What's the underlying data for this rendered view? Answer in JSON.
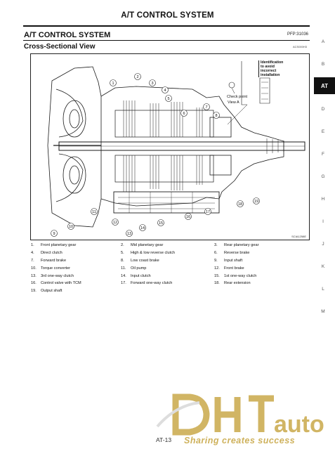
{
  "header": {
    "title": "A/T CONTROL SYSTEM"
  },
  "section": {
    "title": "A/T CONTROL SYSTEM",
    "ref": "PFP:31036"
  },
  "subsection": {
    "title": "Cross-Sectional View",
    "fig_id": "ACS000H3"
  },
  "figure": {
    "code": "SCIA1258E",
    "callout": [
      "Identification",
      "to avoid",
      "incorrect",
      "installation"
    ],
    "check_point": "Check point",
    "view": "View A"
  },
  "legend": [
    [
      {
        "n": "1.",
        "t": "Front planetary gear"
      },
      {
        "n": "2.",
        "t": "Mid planetary gear"
      },
      {
        "n": "3.",
        "t": "Rear planetary gear"
      }
    ],
    [
      {
        "n": "4.",
        "t": "Direct clutch"
      },
      {
        "n": "5.",
        "t": "High & low reverse clutch"
      },
      {
        "n": "6.",
        "t": "Reverse brake"
      }
    ],
    [
      {
        "n": "7.",
        "t": "Forward brake"
      },
      {
        "n": "8.",
        "t": "Low coast brake"
      },
      {
        "n": "9.",
        "t": "Input shaft"
      }
    ],
    [
      {
        "n": "10.",
        "t": "Torque converter"
      },
      {
        "n": "11.",
        "t": "Oil pump"
      },
      {
        "n": "12.",
        "t": "Front brake"
      }
    ],
    [
      {
        "n": "13.",
        "t": "3rd one-way clutch"
      },
      {
        "n": "14.",
        "t": "Input clutch"
      },
      {
        "n": "15.",
        "t": "1st one-way clutch"
      }
    ],
    [
      {
        "n": "16.",
        "t": "Control valve with TCM"
      },
      {
        "n": "17.",
        "t": "Forward one-way clutch"
      },
      {
        "n": "18.",
        "t": "Rear extension"
      }
    ],
    [
      {
        "n": "19.",
        "t": "Output shaft"
      }
    ]
  ],
  "side_index": {
    "letters": [
      "A",
      "B",
      "AT",
      "D",
      "E",
      "F",
      "G",
      "H",
      "I",
      "J",
      "K",
      "L",
      "M"
    ],
    "active": "AT"
  },
  "footer": {
    "page": "AT-13"
  },
  "watermark": {
    "logo": "DHTauto",
    "tagline": "Sharing creates success"
  }
}
